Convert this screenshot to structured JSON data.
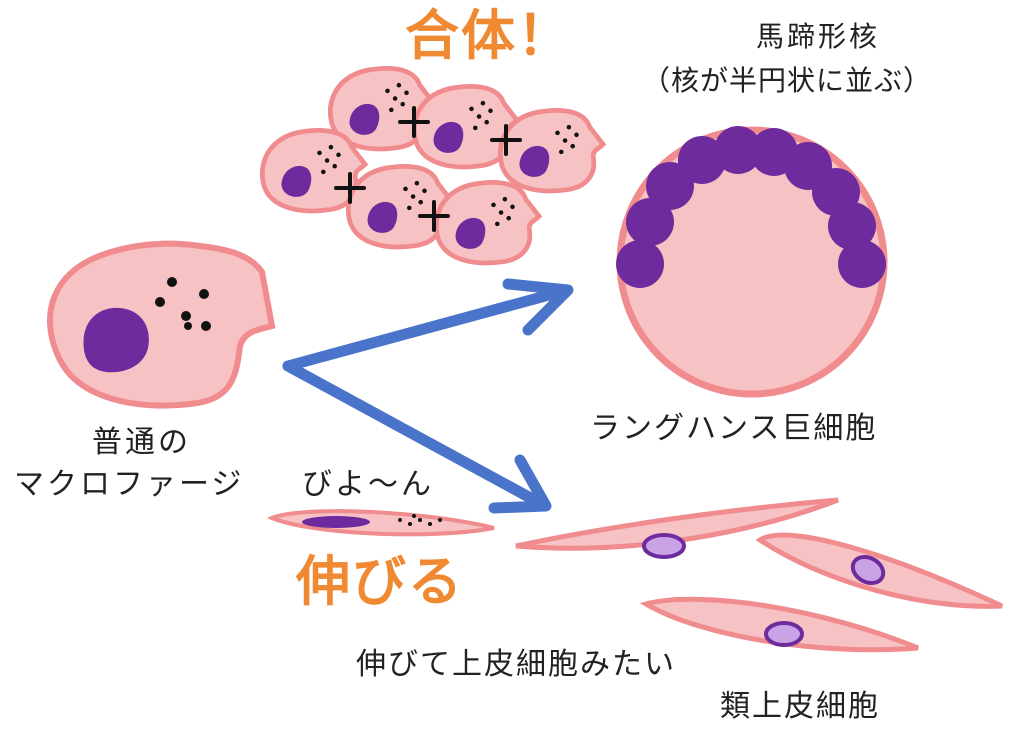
{
  "colors": {
    "cell_fill": "#f7c2c3",
    "cell_stroke": "#f08b8e",
    "nucleus": "#6e2b9e",
    "nucleus_light": "#c9a3e6",
    "arrow": "#4a74c9",
    "accent_text": "#ef8a33",
    "text": "#222222"
  },
  "labels": {
    "fusion": "合体！",
    "stretch": "伸びる",
    "normal_line1": "普通の",
    "normal_line2": "マクロファージ",
    "sfx": "びよ〜ん",
    "horseshoe_line1": "馬蹄形核",
    "horseshoe_line2": "（核が半円状に並ぶ）",
    "langhans": "ラングハンス巨細胞",
    "epithelioid_desc": "伸びて上皮細胞みたい",
    "epithelioid": "類上皮細胞"
  },
  "icons": {
    "plus": "+"
  }
}
